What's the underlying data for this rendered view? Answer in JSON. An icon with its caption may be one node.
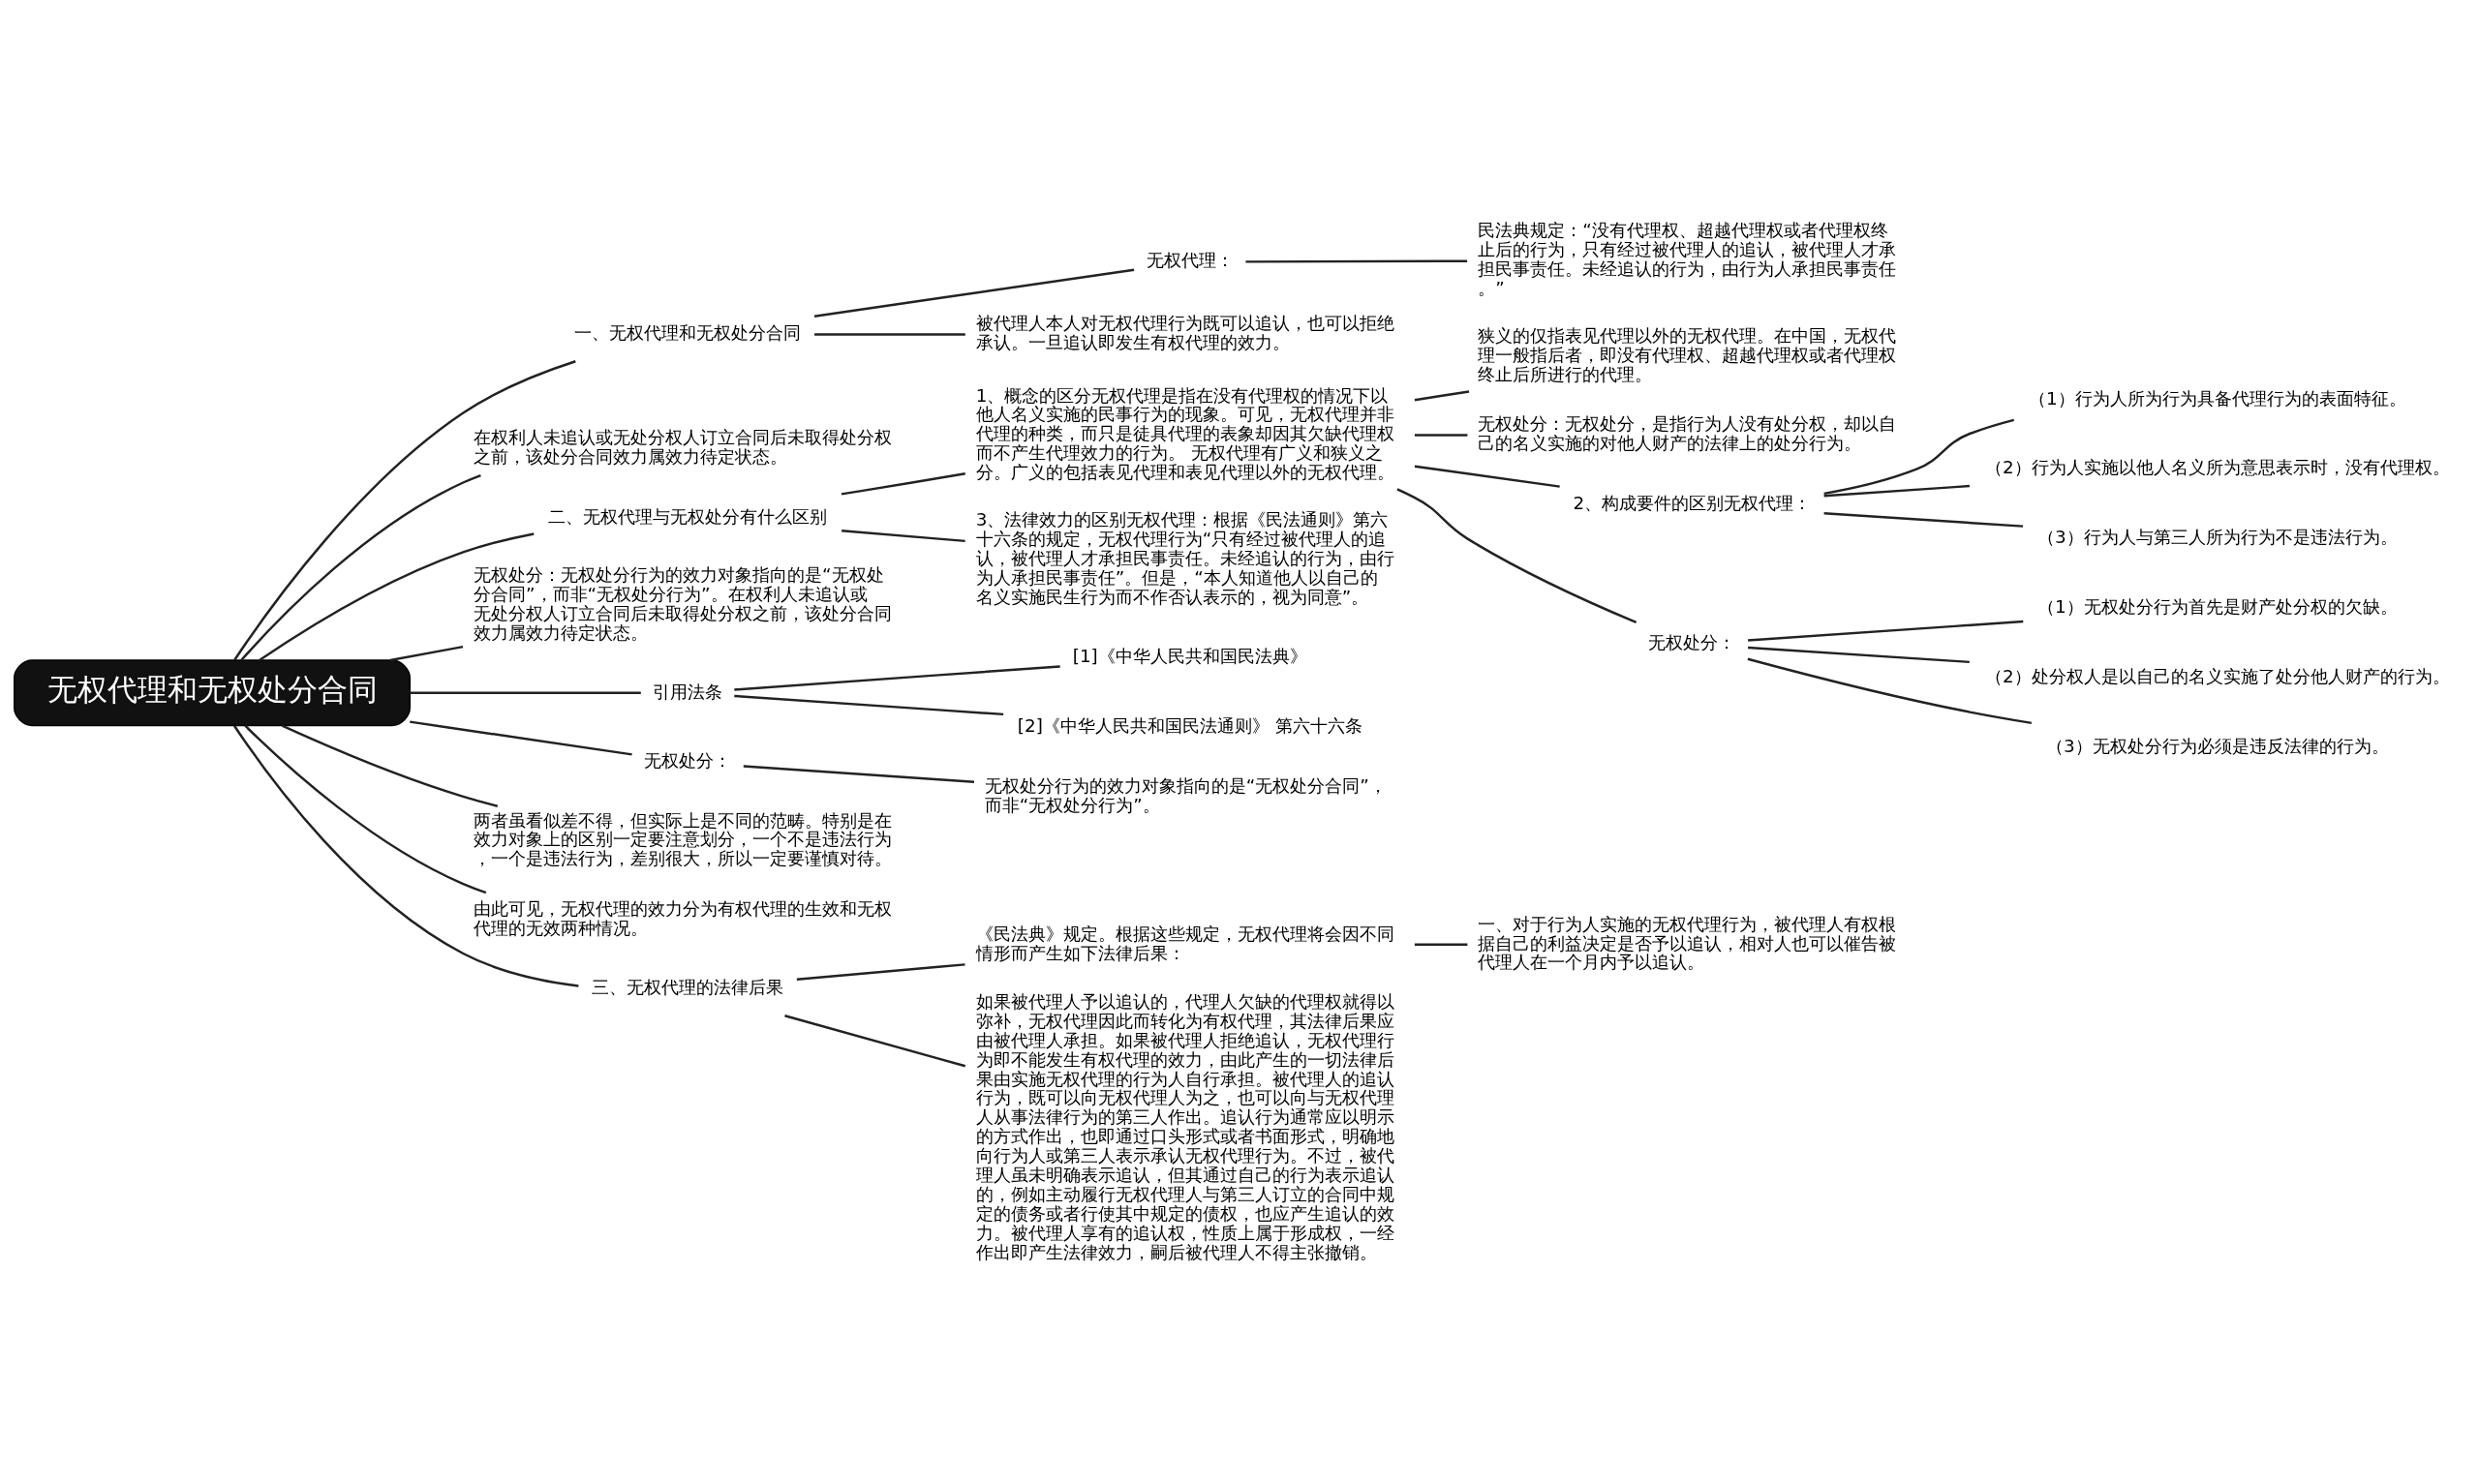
{
  "diagram": {
    "nodes": [
      {
        "text": [
          "无权代理和无权处分合同"
        ]
      },
      {
        "text": [
          "一、无权代理和无权处分合同"
        ]
      },
      {
        "text": [
          "无权代理："
        ]
      },
      {
        "text": [
          "民法典规定：“没有代理权、超越代理权或者代理权终止后的行为，只有经过被代理人的追认，被代理人才承担民事责任。未经追认的行为，由行为人承担民事责任。”"
        ]
      },
      {
        "text": [
          "被代理人本人对无权代理行为既可以追认，也可以拒绝承认。一旦追认即发生有权代理的效力。"
        ]
      },
      {
        "text": [
          "在权利人未追认或无处分权人订立合同后未取得处分权之前，该处分合同效力属效力待定状态。"
        ]
      },
      {
        "text": [
          "二、无权代理与无权处分有什么区别"
        ]
      },
      {
        "text": [
          "1、概念的区分无权代理是指在没有代理权的情况下以他人名义实施的民事行为的现象。可见，无权代理并非代理的种类，而只是徒具代理的表象却因其欠缺代理权而不产生代理效力的行为。 无权代理有广义和狭义之分。广义的包括表见代理和表见代理以外的无权代理。"
        ]
      },
      {
        "text": [
          "狭义的仅指表见代理以外的无权代理。在中国，无权代理一般指后者，即没有代理权、超越代理权或者代理权终止后所进行的代理。"
        ]
      },
      {
        "text": [
          "无权处分：无权处分，是指行为人没有处分权，却以自己的名义实施的对他人财产的法律上的处分行为。"
        ]
      },
      {
        "text": [
          "2、构成要件的区别无权代理："
        ]
      },
      {
        "text": [
          "（1）行为人所为行为具备代理行为的表面特征。"
        ]
      },
      {
        "text": [
          "（2）行为人实施以他人名义所为意思表示时，没有代理权。"
        ]
      },
      {
        "text": [
          "（3）行为人与第三人所为行为不是违法行为。"
        ]
      },
      {
        "text": [
          "无权处分："
        ]
      },
      {
        "text": [
          "（1）无权处分行为首先是财产处分权的欠缺。"
        ]
      },
      {
        "text": [
          "（2）处分权人是以自己的名义实施了处分他人财产的行为。"
        ]
      },
      {
        "text": [
          "（3）无权处分行为必须是违反法律的行为。"
        ]
      },
      {
        "text": [
          "3、法律效力的区别无权代理：根据《民法通则》第六十六条的规定，无权代理行为“只有经过被代理人的追认，被代理人才承担民事责任。未经追认的行为，由行为人承担民事责任”。但是，“本人知道他人以自己的名义实施民生行为而不作否认表示的，视为同意”。"
        ]
      },
      {
        "text": [
          "无权处分：无权处分行为的效力对象指向的是“无权处分合同”，而非“无权处分行为”。在权利人未追认或无处分权人订立合同后未取得处分权之前，该处分合同效力属效力待定状态。"
        ]
      },
      {
        "text": [
          "引用法条"
        ]
      },
      {
        "text": [
          "[1]《中华人民共和国民法典》"
        ]
      },
      {
        "text": [
          "[2]《中华人民共和国民法通则》 第六十六条"
        ]
      },
      {
        "text": [
          "无权处分："
        ]
      },
      {
        "text": [
          "无权处分行为的效力对象指向的是“无权处分合同”，而非“无权处分行为”。"
        ]
      },
      {
        "text": [
          "两者虽看似差不得，但实际上是不同的范畴。特别是在效力对象上的区别一定要注意划分，一个不是违法行为，一个是违法行为，差别很大，所以一定要谨慎对待。"
        ]
      },
      {
        "text": [
          "由此可见，无权代理的效力分为有权代理的生效和无权代理的无效两种情况。"
        ]
      },
      {
        "text": [
          "三、无权代理的法律后果"
        ]
      },
      {
        "text": [
          "《民法典》规定。根据这些规定，无权代理将会因不同情形而产生如下法律后果："
        ]
      },
      {
        "text": [
          "一、对于行为人实施的无权代理行为，被代理人有权根据自己的利益决定是否予以追认，相对人也可以催告被代理人在一个月内予以追认。"
        ]
      },
      {
        "text": [
          "如果被代理人予以追认的，代理人欠缺的代理权就得以弥补，无权代理因此而转化为有权代理，其法律后果应由被代理人承担。如果被代理人拒绝追认，无权代理行为即不能发生有权代理的效力，由此产生的一切法律后果由实施无权代理的行为人自行承担。被代理人的追认行为，既可以向无权代理人为之，也可以向与无权代理人从事法律行为的第三人作出。追认行为通常应以明示的方式作出，也即通过口头形式或者书面形式，明确地向行为人或第三人表示承认无权代理行为。不过，被代理人虽未明确表示追认，但其通过自己的行为表示追认的，例如主动履行无权代理人与第三人订立的合同中规定的债务或者行使其中规定的债权，也应产生追认的效力。被代理人享有的追认权，性质上属于形成权，一经作出即产生法律效力，嗣后被代理人不得主张撤销。"
        ]
      }
    ],
    "edges": [
      {
        "from": 0,
        "to": 1,
        "arrow": "none"
      },
      {
        "from": 1,
        "to": 2,
        "arrow": "none"
      },
      {
        "from": 2,
        "to": 3,
        "arrow": "none"
      },
      {
        "from": 1,
        "to": 4,
        "arrow": "none"
      },
      {
        "from": 0,
        "to": 5,
        "arrow": "none"
      },
      {
        "from": 0,
        "to": 6,
        "arrow": "none"
      },
      {
        "from": 6,
        "to": 7,
        "arrow": "none"
      },
      {
        "from": 7,
        "to": 8,
        "arrow": "none"
      },
      {
        "from": 7,
        "to": 9,
        "arrow": "none"
      },
      {
        "from": 7,
        "to": 10,
        "arrow": "none"
      },
      {
        "from": 10,
        "to": 11,
        "arrow": "none"
      },
      {
        "from": 10,
        "to": 12,
        "arrow": "none"
      },
      {
        "from": 10,
        "to": 13,
        "arrow": "none"
      },
      {
        "from": 7,
        "to": 14,
        "arrow": "none"
      },
      {
        "from": 14,
        "to": 15,
        "arrow": "none"
      },
      {
        "from": 14,
        "to": 16,
        "arrow": "none"
      },
      {
        "from": 14,
        "to": 17,
        "arrow": "none"
      },
      {
        "from": 6,
        "to": 18,
        "arrow": "none"
      },
      {
        "from": 0,
        "to": 19,
        "arrow": "none"
      },
      {
        "from": 0,
        "to": 20,
        "arrow": "none"
      },
      {
        "from": 20,
        "to": 21,
        "arrow": "none"
      },
      {
        "from": 20,
        "to": 22,
        "arrow": "none"
      },
      {
        "from": 0,
        "to": 23,
        "arrow": "none"
      },
      {
        "from": 23,
        "to": 24,
        "arrow": "none"
      },
      {
        "from": 0,
        "to": 25,
        "arrow": "none"
      },
      {
        "from": 0,
        "to": 26,
        "arrow": "none"
      },
      {
        "from": 0,
        "to": 27,
        "arrow": "none"
      },
      {
        "from": 27,
        "to": 28,
        "arrow": "none"
      },
      {
        "from": 28,
        "to": 29,
        "arrow": "none"
      },
      {
        "from": 27,
        "to": 30,
        "arrow": "none"
      }
    ]
  }
}
